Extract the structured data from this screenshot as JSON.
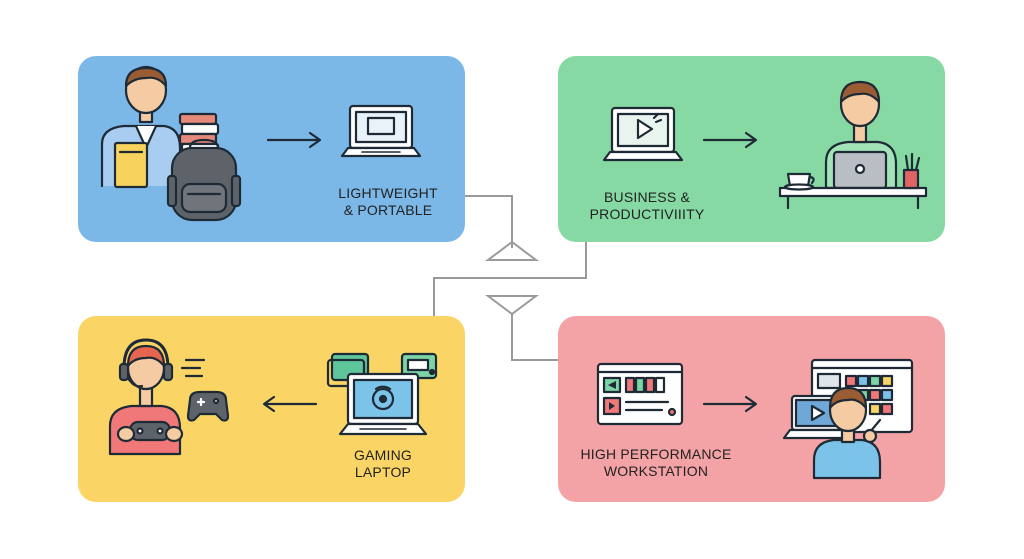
{
  "colors": {
    "student_card": "#7bb8e8",
    "business_card": "#86d9a3",
    "gaming_card": "#fad566",
    "workstation_card": "#f3a3a5",
    "line": "#1e2a36",
    "connector": "#9a9a9a"
  },
  "panels": {
    "student": {
      "caption_line1": "LIGHTWEIGHT",
      "caption_line2": "& PORTABLE"
    },
    "business": {
      "caption_line1": "BUSINESS &",
      "caption_line2": "PRODUCTIVIIITY"
    },
    "gaming": {
      "caption_line1": "GAMING",
      "caption_line2": "LAPTOP"
    },
    "workstation": {
      "caption_line1": "HIGH PERFORMANCE",
      "caption_line2": "WORKSTATION"
    }
  },
  "icons": {
    "student": [
      "student-person-icon",
      "books-stack-icon",
      "backpack-icon",
      "arrow-right-icon",
      "laptop-icon"
    ],
    "business": [
      "video-laptop-icon",
      "arrow-right-icon",
      "office-worker-icon",
      "coffee-cup-icon",
      "pen-holder-icon"
    ],
    "gaming": [
      "gamer-with-headset-icon",
      "gamepad-icon",
      "arrow-left-icon",
      "gaming-laptop-icon",
      "floating-screens-icon"
    ],
    "workstation": [
      "editing-window-icon",
      "arrow-right-icon",
      "creator-person-icon",
      "multi-monitor-icon"
    ]
  }
}
